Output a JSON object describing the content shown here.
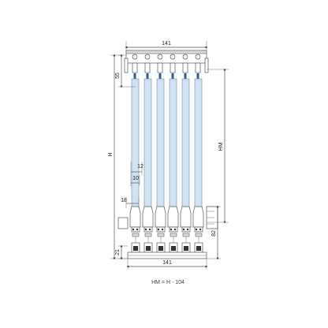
{
  "drawing": {
    "labels": {
      "top_width": "141",
      "bottom_width": "141",
      "top_offset": "55",
      "overall_height": "H",
      "glass_height": "HM",
      "glass_spacing": "12",
      "glass_thickness": "10",
      "bottom_offset": "18",
      "lower_height": "82",
      "base_height": "21"
    },
    "caption": "HM = H - 104",
    "colors": {
      "glass": "#cfe3f2",
      "glass_edge": "#6f8fa8",
      "lines": "#555555"
    },
    "panel_count": 6
  }
}
